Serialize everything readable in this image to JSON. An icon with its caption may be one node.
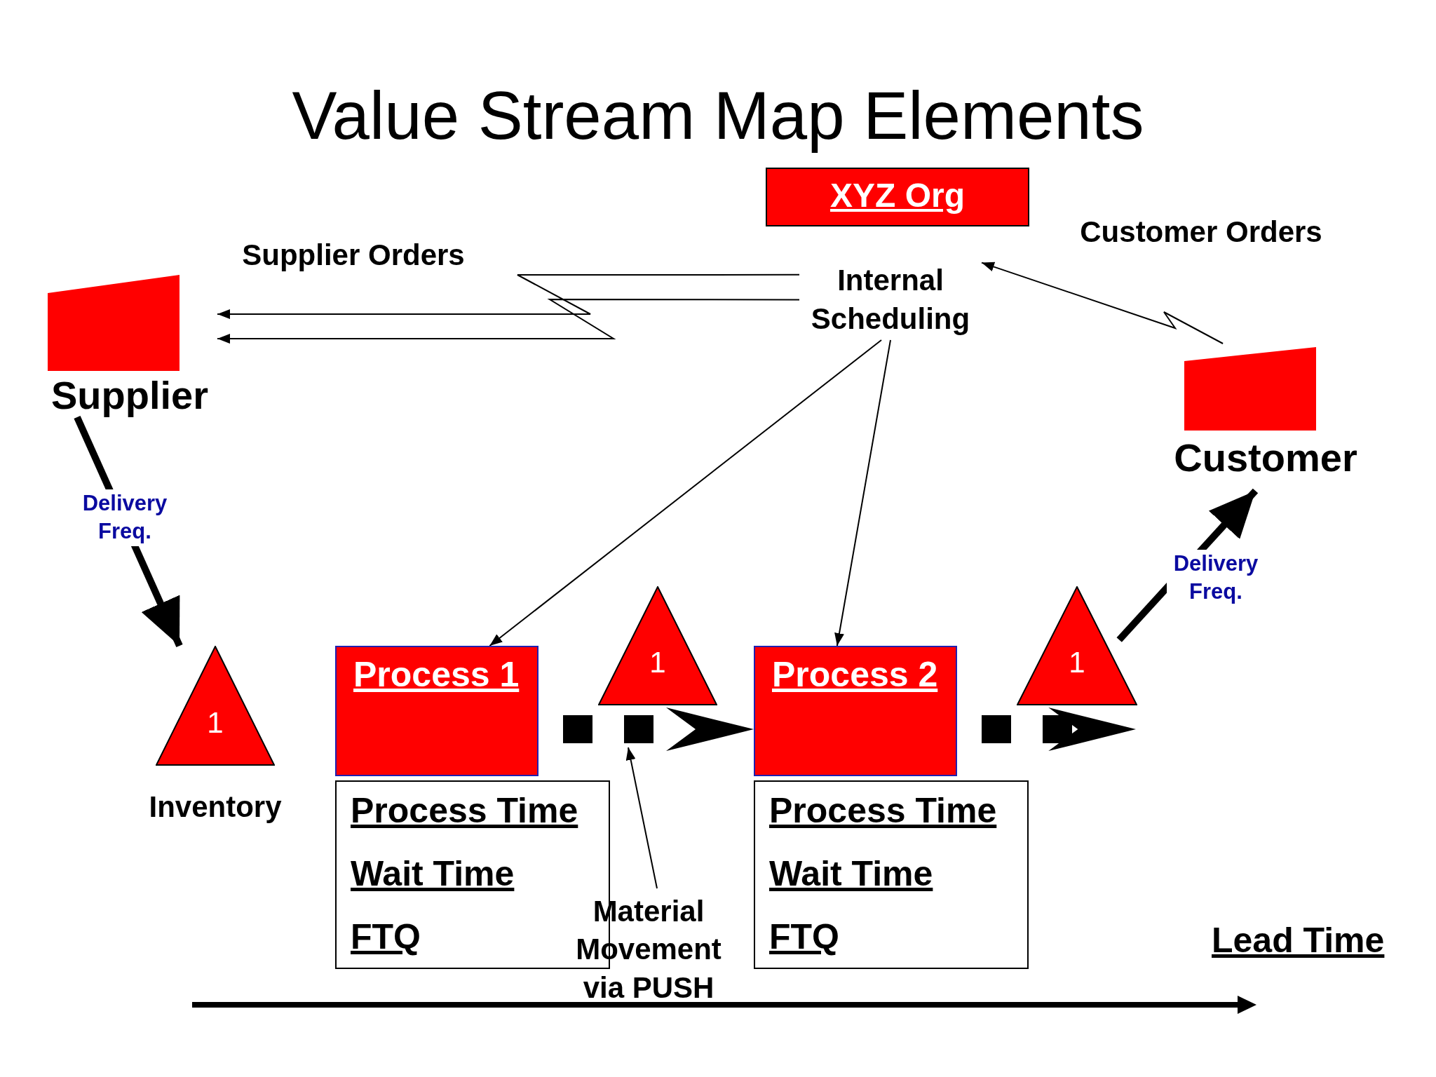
{
  "diagram": {
    "title": "Value Stream Map Elements",
    "nodes": [
      {
        "text": [
          "XYZ Org"
        ]
      },
      {
        "text": [
          "Internal Scheduling"
        ]
      },
      {
        "text": [
          "Supplier"
        ]
      },
      {
        "text": [
          "Customer"
        ]
      },
      {
        "text": [
          "1"
        ],
        "beside": [
          "Inventory"
        ]
      },
      {
        "text": [
          "Process 1"
        ]
      },
      {
        "text": [
          "Process Time",
          "Wait Time",
          "FTQ"
        ]
      },
      {
        "text": [
          "1"
        ]
      },
      {
        "text": [
          "Process 2"
        ]
      },
      {
        "text": [
          "Process Time",
          "Wait Time",
          "FTQ"
        ]
      },
      {
        "text": [
          "1"
        ]
      },
      {
        "text": [
          "Material Movement via PUSH"
        ]
      }
    ],
    "edges": [
      {
        "from": 1,
        "to": 2,
        "arrow": "to",
        "label": "Supplier Orders"
      },
      {
        "from": 1,
        "to": 2,
        "arrow": "to"
      },
      {
        "from": 3,
        "to": 1,
        "arrow": "to",
        "label": "Customer Orders"
      },
      {
        "from": 1,
        "to": 5,
        "arrow": "to"
      },
      {
        "from": 1,
        "to": 8,
        "arrow": "to"
      },
      {
        "from": 2,
        "to": 4,
        "arrow": "to",
        "label": "Delivery Freq.",
        "style": "thick"
      },
      {
        "from": 10,
        "to": 3,
        "arrow": "to",
        "label": "Delivery Freq.",
        "style": "thick"
      },
      {
        "from": 5,
        "to": 8,
        "arrow": "to",
        "style": "dashed"
      },
      {
        "from": 8,
        "to": 10,
        "arrow": "to",
        "style": "dashed"
      },
      {
        "from": 11,
        "to": null,
        "arrow": "to"
      }
    ],
    "labels": [
      "Lead Time"
    ]
  }
}
